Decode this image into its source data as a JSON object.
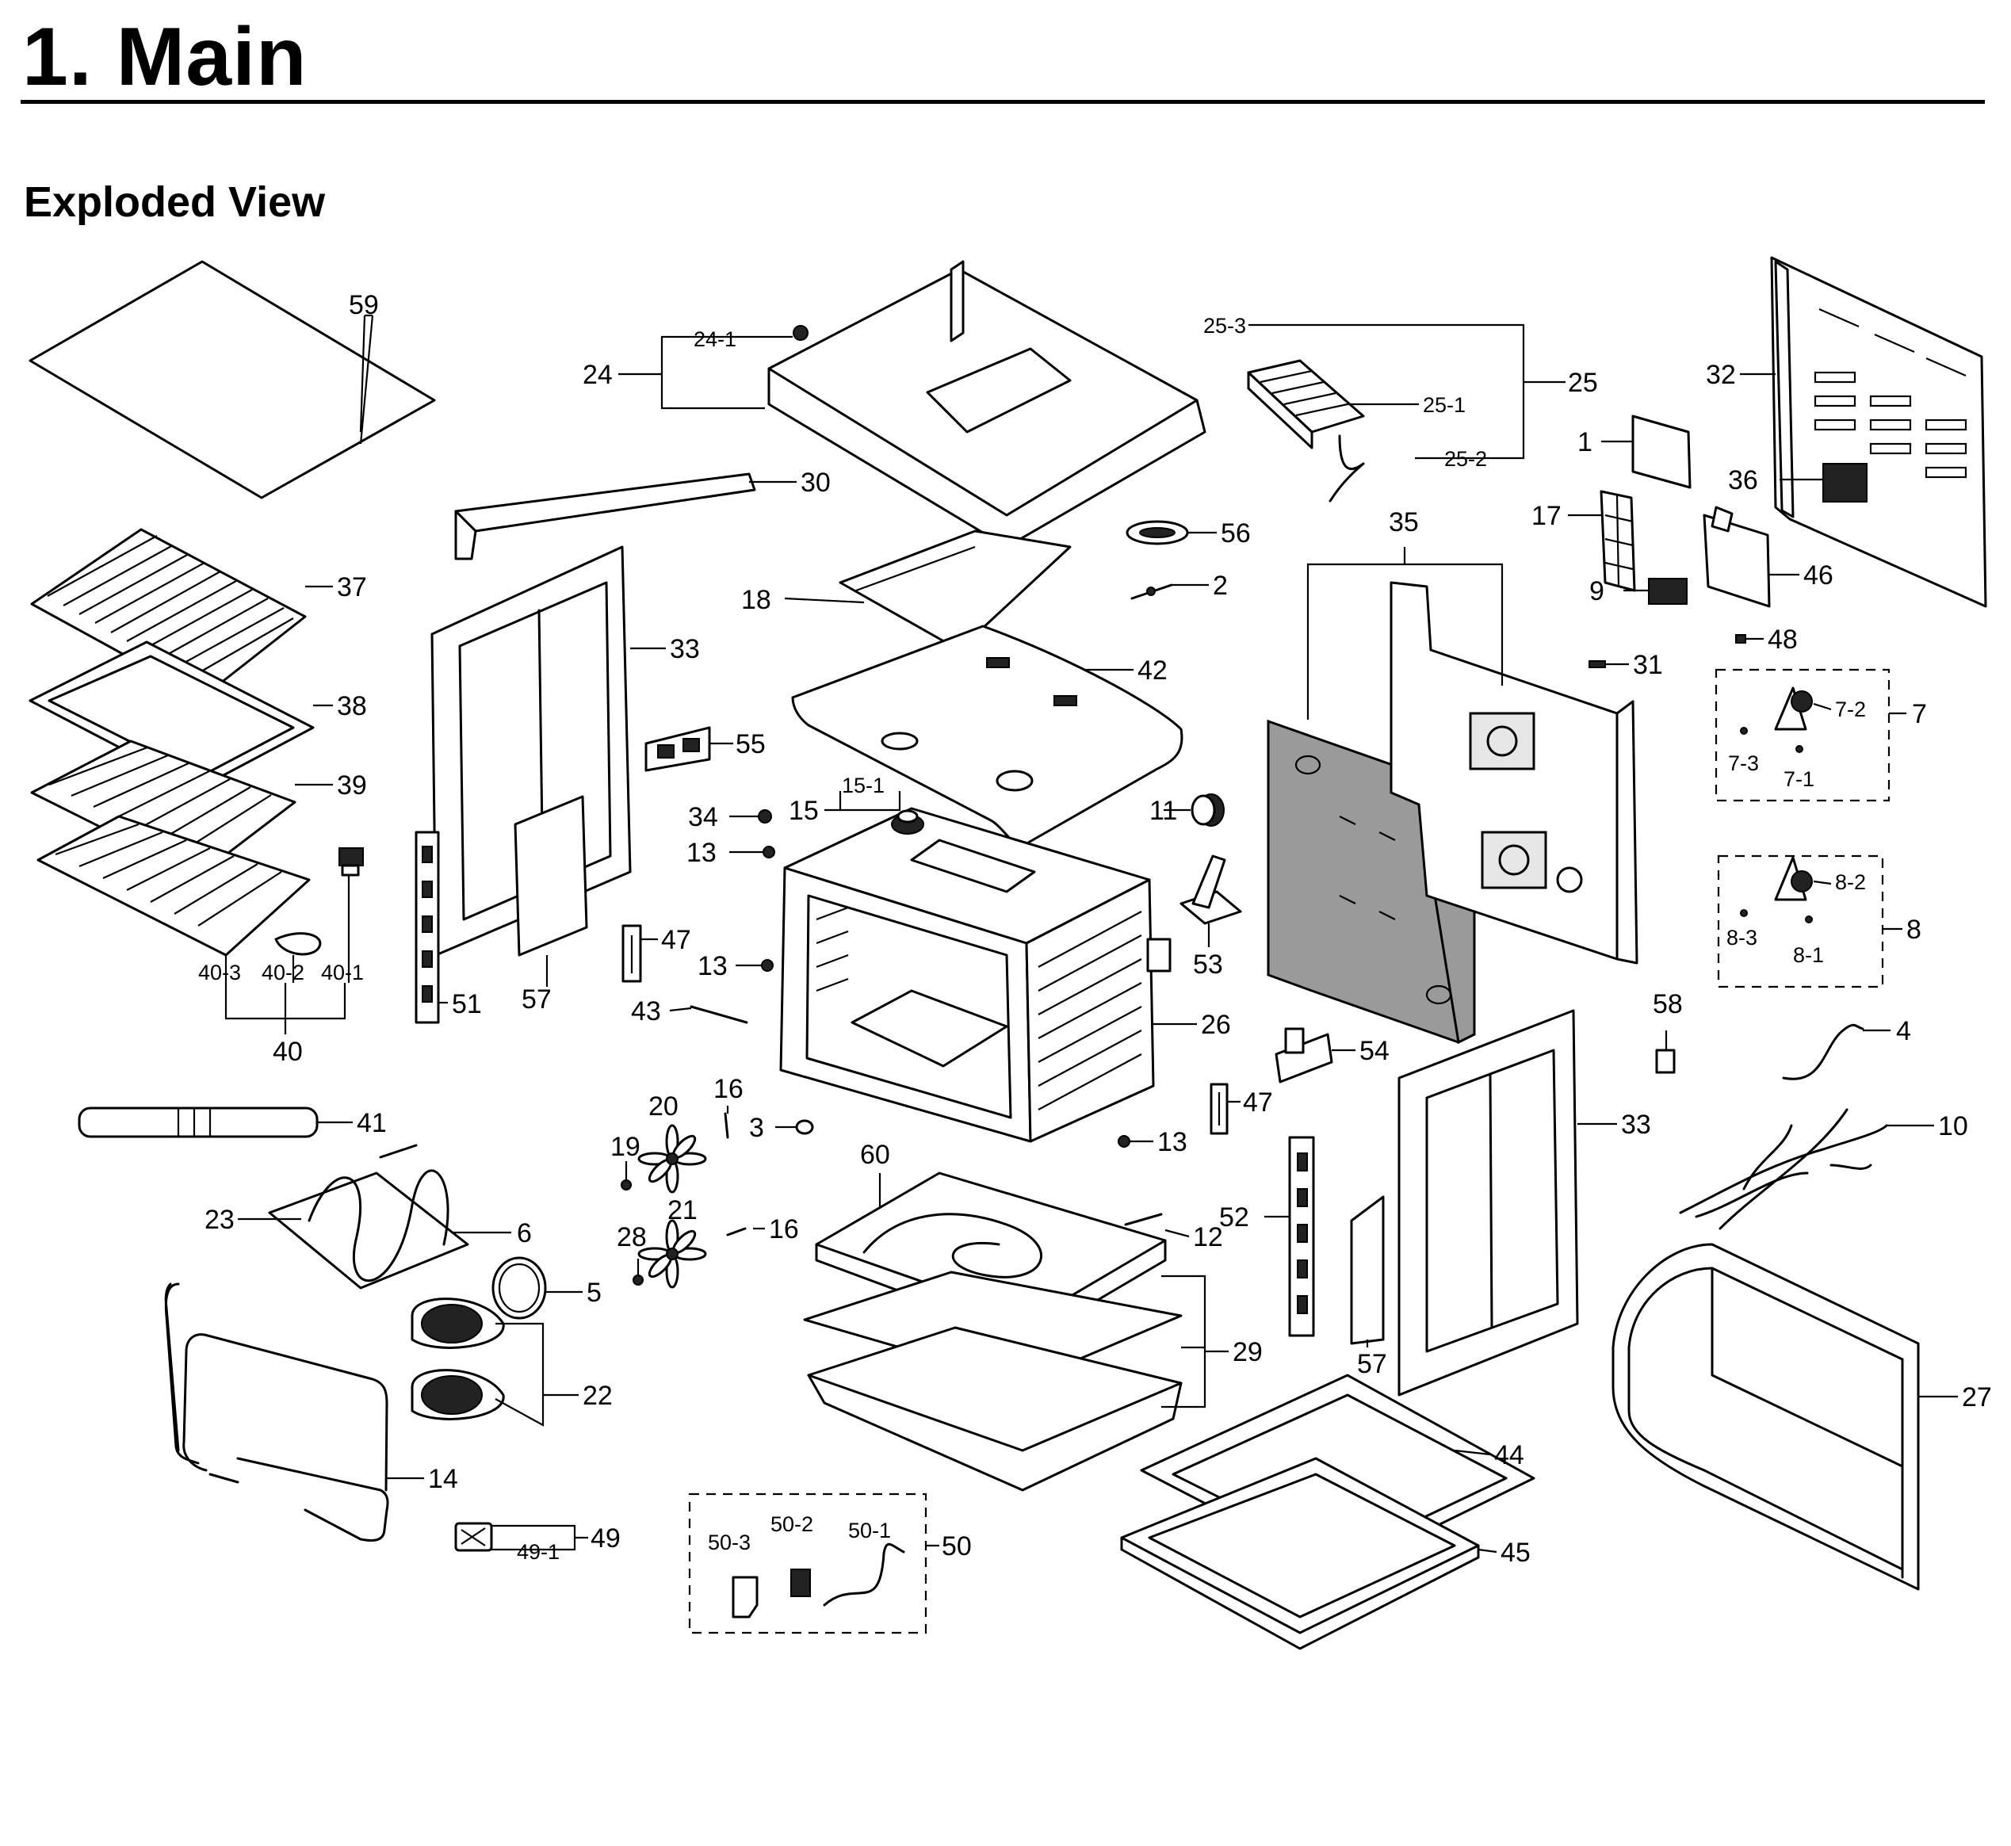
{
  "page": {
    "title": "1.  Main",
    "subtitle": "Exploded View"
  },
  "callouts": {
    "c1": "1",
    "c2": "2",
    "c3": "3",
    "c4": "4",
    "c5": "5",
    "c6": "6",
    "c7": "7",
    "c7_1": "7-1",
    "c7_2": "7-2",
    "c7_3": "7-3",
    "c8": "8",
    "c8_1": "8-1",
    "c8_2": "8-2",
    "c8_3": "8-3",
    "c9": "9",
    "c10": "10",
    "c11": "11",
    "c12": "12",
    "c13a": "13",
    "c13b": "13",
    "c13c": "13",
    "c14": "14",
    "c15": "15",
    "c15_1": "15-1",
    "c16a": "16",
    "c16b": "16",
    "c17": "17",
    "c18": "18",
    "c19": "19",
    "c20": "20",
    "c21": "21",
    "c22": "22",
    "c23": "23",
    "c24": "24",
    "c24_1": "24-1",
    "c25": "25",
    "c25_1": "25-1",
    "c25_2": "25-2",
    "c25_3": "25-3",
    "c26": "26",
    "c27": "27",
    "c28": "28",
    "c29": "29",
    "c30": "30",
    "c31": "31",
    "c32": "32",
    "c33a": "33",
    "c33b": "33",
    "c34": "34",
    "c35": "35",
    "c36": "36",
    "c37": "37",
    "c38": "38",
    "c39": "39",
    "c40": "40",
    "c40_1": "40-1",
    "c40_2": "40-2",
    "c40_3": "40-3",
    "c41": "41",
    "c42": "42",
    "c43": "43",
    "c44": "44",
    "c45": "45",
    "c46": "46",
    "c47a": "47",
    "c47b": "47",
    "c48": "48",
    "c49": "49",
    "c49_1": "49-1",
    "c50": "50",
    "c50_1": "50-1",
    "c50_2": "50-2",
    "c50_3": "50-3",
    "c51": "51",
    "c52": "52",
    "c53": "53",
    "c54": "54",
    "c55": "55",
    "c56": "56",
    "c57a": "57",
    "c57b": "57",
    "c58": "58",
    "c59": "59",
    "c60": "60"
  }
}
